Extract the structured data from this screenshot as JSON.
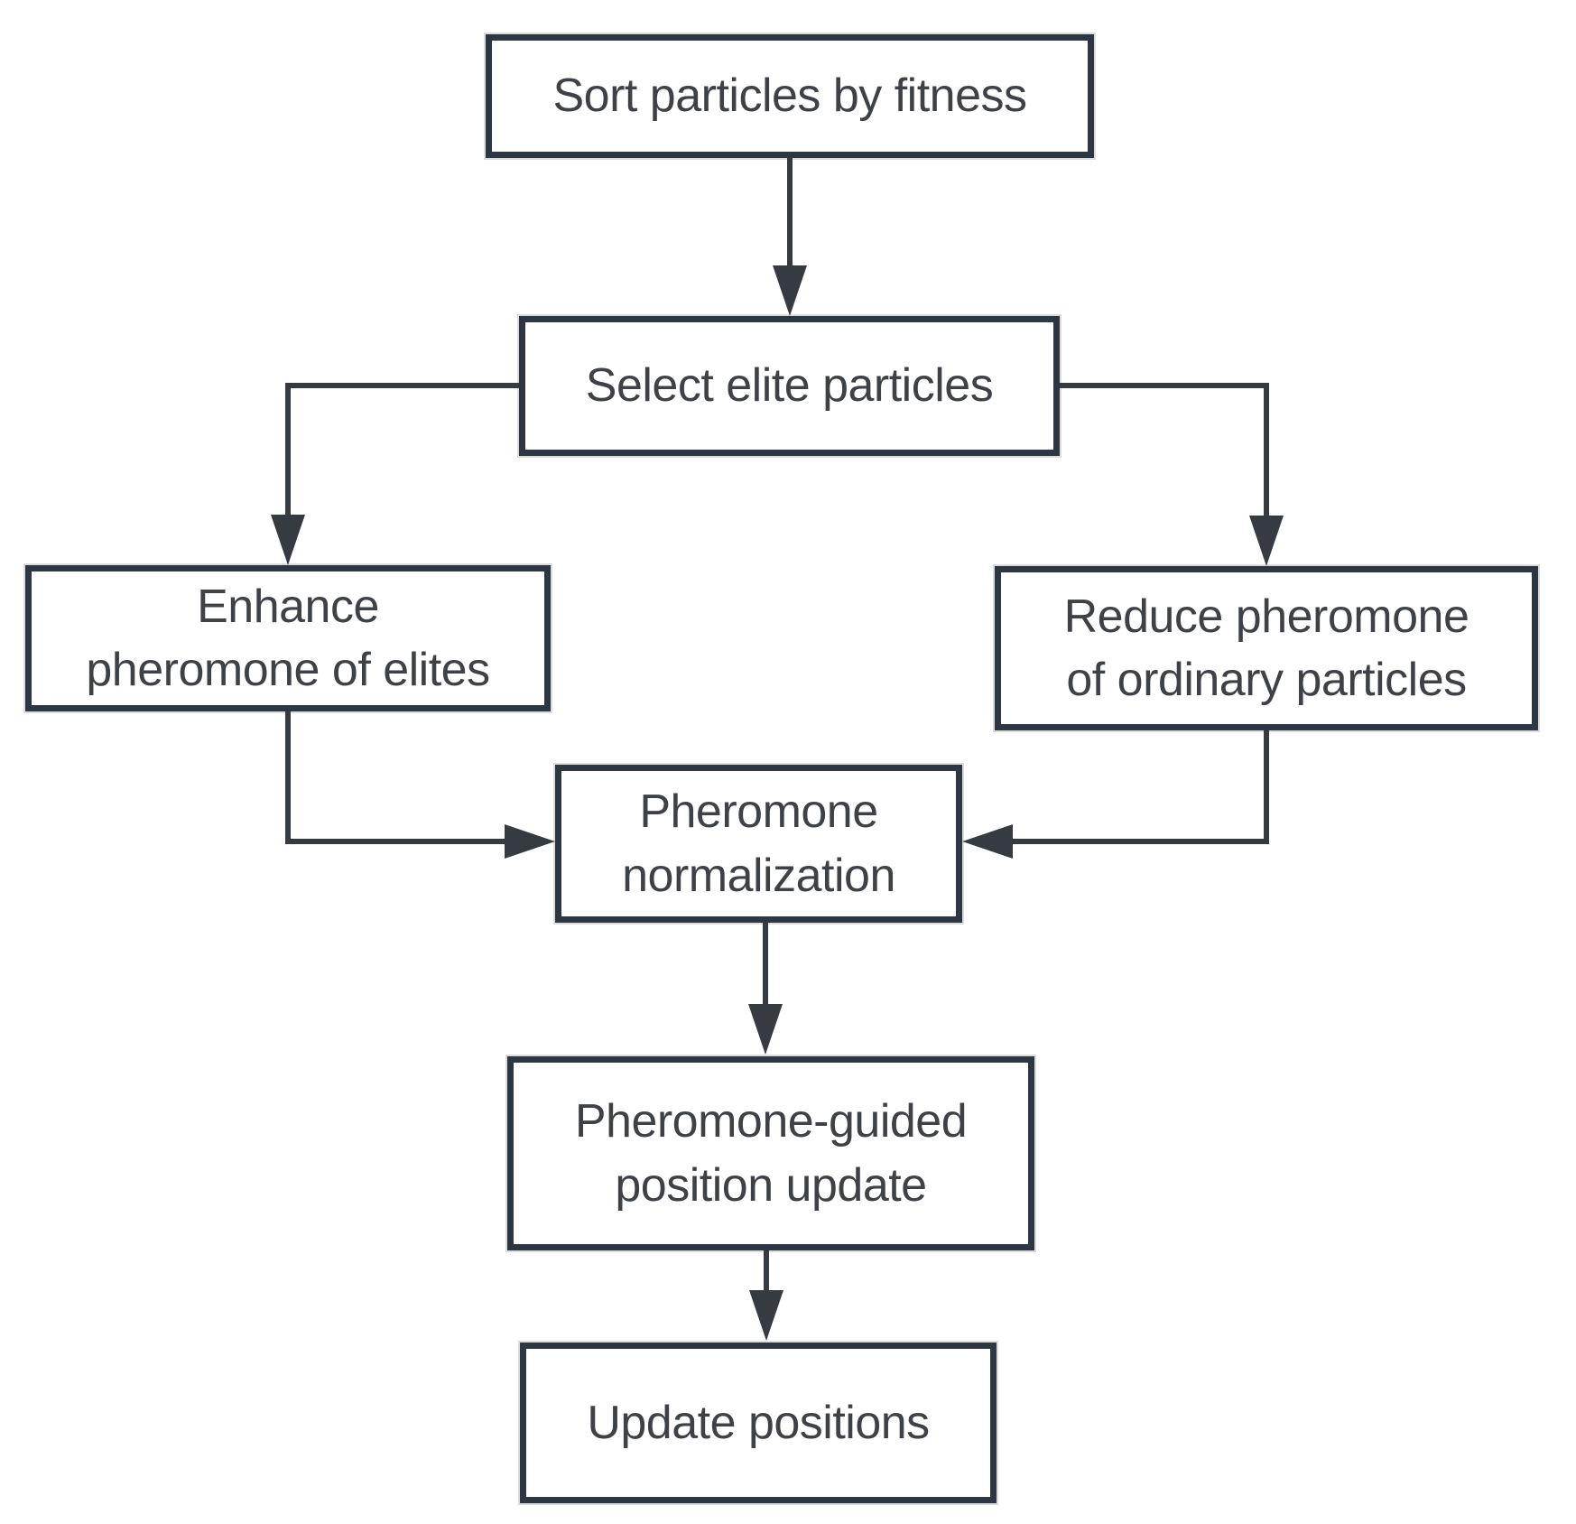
{
  "diagram": {
    "type": "flowchart",
    "colors": {
      "background": "#ffffff",
      "box_border": "#2d3744",
      "arrow_line": "#363b42",
      "text": "#3e4247"
    },
    "nodes": {
      "sort": {
        "label": "Sort particles by fitness"
      },
      "select": {
        "label": "Select elite particles"
      },
      "enhance": {
        "label": "Enhance\npheromone of elites"
      },
      "reduce": {
        "label": "Reduce pheromone\nof ordinary particles"
      },
      "normalize": {
        "label": "Pheromone\nnormalization"
      },
      "guided": {
        "label": "Pheromone-guided\nposition update"
      },
      "update": {
        "label": "Update positions"
      }
    },
    "edges": [
      {
        "from": "sort",
        "to": "select"
      },
      {
        "from": "select",
        "to": "enhance"
      },
      {
        "from": "select",
        "to": "reduce"
      },
      {
        "from": "enhance",
        "to": "normalize"
      },
      {
        "from": "reduce",
        "to": "normalize"
      },
      {
        "from": "normalize",
        "to": "guided"
      },
      {
        "from": "guided",
        "to": "update"
      }
    ]
  }
}
